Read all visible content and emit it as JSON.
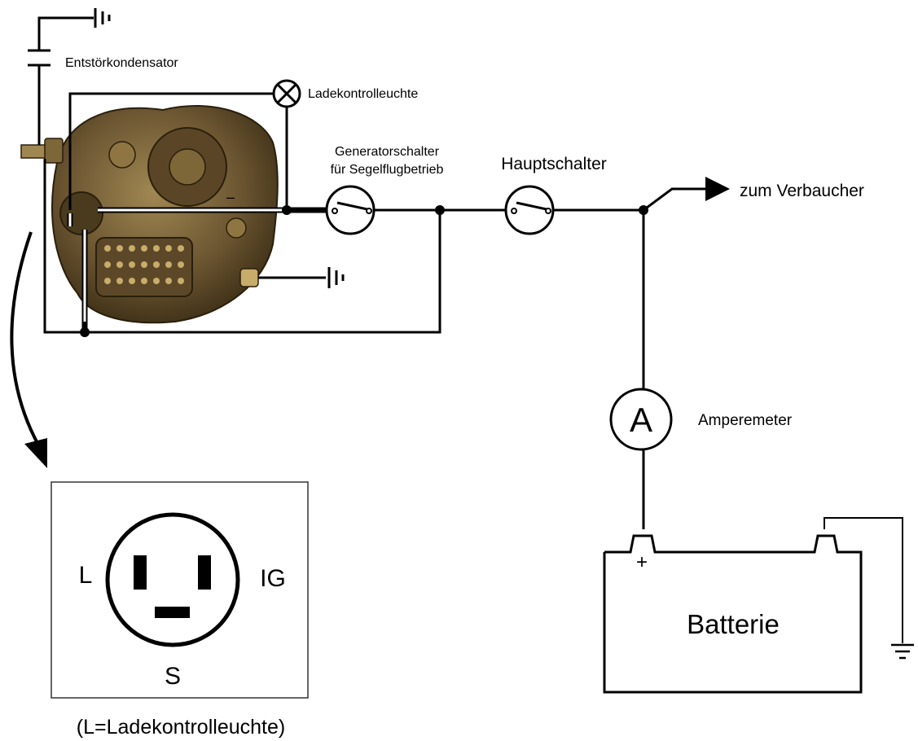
{
  "labels": {
    "capacitor": "Entstörkondensator",
    "lamp": "Ladekontrolleuchte",
    "gen_switch_line1": "Generatorschalter",
    "gen_switch_line2": "für Segelflugbetrieb",
    "main_switch": "Hauptschalter",
    "consumer": "zum Verbaucher",
    "ammeter": "Amperemeter",
    "ammeter_symbol": "A",
    "battery": "Batterie",
    "battery_plus": "+",
    "alt_minus": "–",
    "pin_l": "L",
    "pin_ig": "IG",
    "pin_s": "S",
    "plug_caption": "(L=Ladekontrolleuchte)"
  },
  "colors": {
    "line": "#000000",
    "generator_body": "#6b5531",
    "generator_dark": "#3a2c14",
    "generator_highlight": "#b39a5e"
  },
  "icons": [
    "ground-icon",
    "capacitor-icon",
    "lamp-icon",
    "switch-icon",
    "ammeter-icon",
    "battery-icon",
    "alternator-icon",
    "arrow-icon"
  ]
}
